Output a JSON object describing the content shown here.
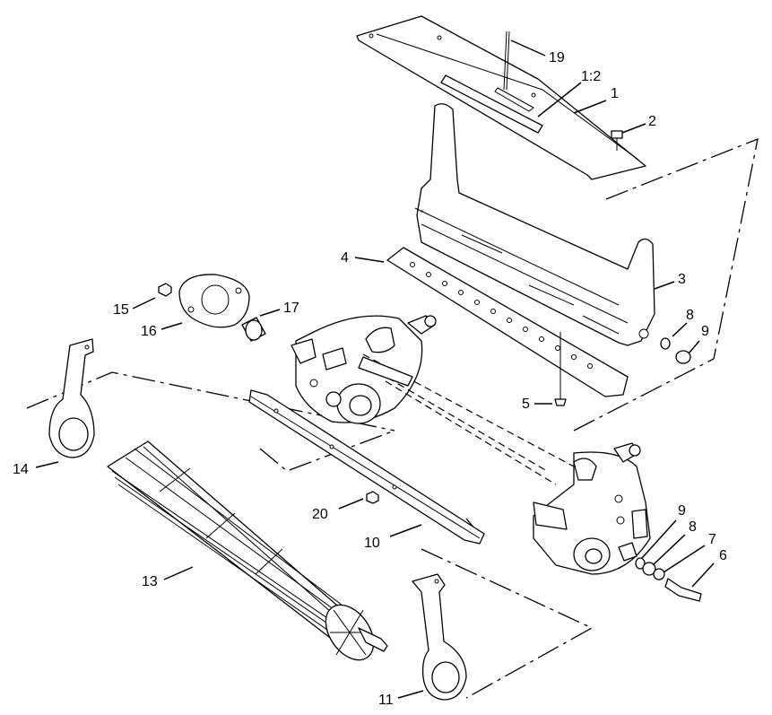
{
  "callouts": {
    "c19": "19",
    "c1_2": "1:2",
    "c1": "1",
    "c2": "2",
    "c3": "3",
    "c4": "4",
    "c5": "5",
    "c6": "6",
    "c7": "7",
    "c8a": "8",
    "c8b": "8",
    "c9a": "9",
    "c9b": "9",
    "c10": "10",
    "c11": "11",
    "c13": "13",
    "c14": "14",
    "c15": "15",
    "c16": "16",
    "c17": "17",
    "c20": "20"
  }
}
